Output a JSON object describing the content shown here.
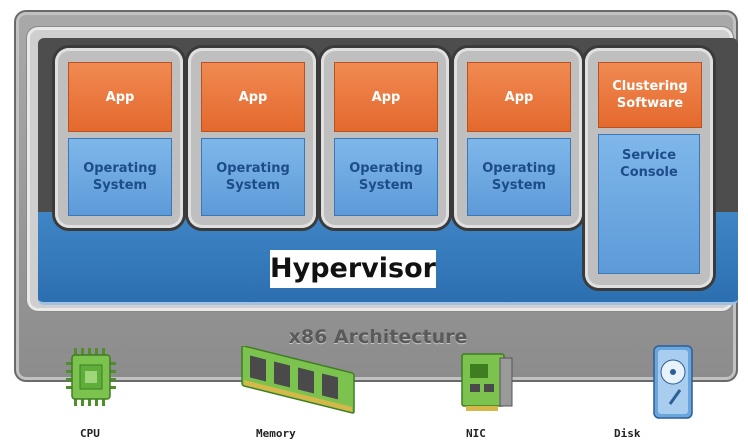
{
  "layers": {
    "hypervisor": "Hypervisor",
    "architecture": "x86 Architecture"
  },
  "vms": [
    {
      "app": "App",
      "os": "Operating System"
    },
    {
      "app": "App",
      "os": "Operating System"
    },
    {
      "app": "App",
      "os": "Operating System"
    },
    {
      "app": "App",
      "os": "Operating System"
    }
  ],
  "console_vm": {
    "top": "Clustering Software",
    "bottom": "Service Console"
  },
  "hardware": [
    {
      "label": "CPU",
      "icon": "cpu-chip-icon"
    },
    {
      "label": "Memory",
      "icon": "memory-module-icon"
    },
    {
      "label": "NIC",
      "icon": "network-card-icon"
    },
    {
      "label": "Disk",
      "icon": "disk-drive-icon"
    }
  ],
  "colors": {
    "app": "#e4692d",
    "os": "#5d9ad8",
    "hypervisor": "#2c6fb0",
    "chassis": "#8c8c8c",
    "hardware_green": "#5fae3c"
  }
}
